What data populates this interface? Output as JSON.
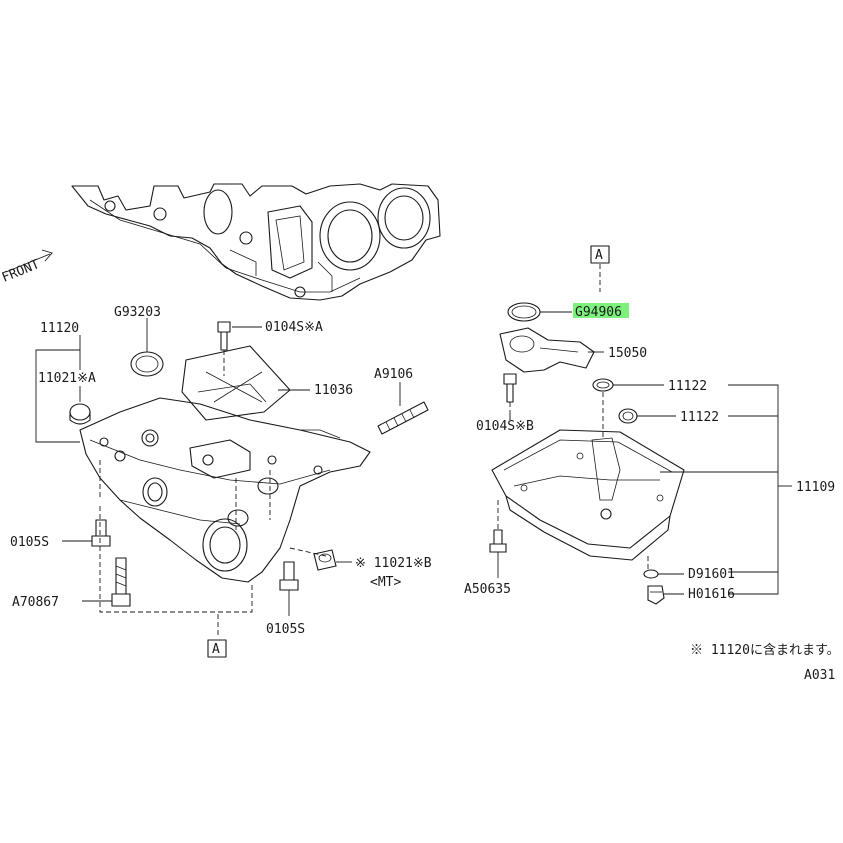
{
  "labels": {
    "front": "FRONT",
    "p11120": "11120",
    "p11021a": "11021※A",
    "g93203": "G93203",
    "p0104sa": "0104S※A",
    "p11036": "11036",
    "a9106": "A9106",
    "p0105s_left": "0105S",
    "a70867": "A70867",
    "p0105s_bottom": "0105S",
    "p11021b": "※ 11021※B",
    "mt": "<MT>",
    "ref_a_left": "A",
    "ref_a_right": "A",
    "g94906": "G94906",
    "p15050": "15050",
    "p11122_top": "11122",
    "p11122_mid": "11122",
    "p0104sb": "0104S※B",
    "p11109": "11109",
    "a50635": "A50635",
    "d91601": "D91601",
    "h01616": "H01616",
    "note": "※ 11120に含まれます。",
    "page_code": "A031"
  },
  "colors": {
    "line": "#1a1a1a",
    "highlight": "#7cf27c"
  }
}
